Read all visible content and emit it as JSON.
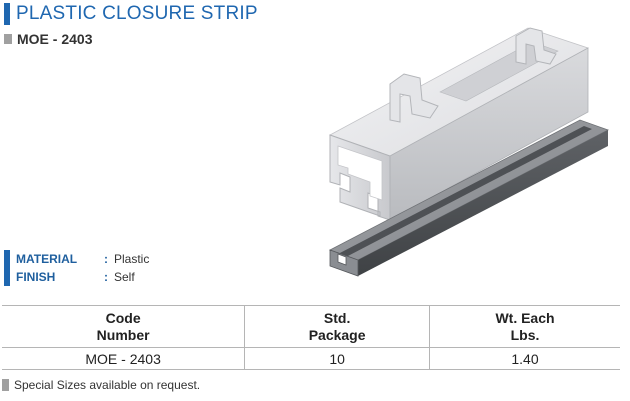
{
  "header": {
    "title": "PLASTIC CLOSURE STRIP",
    "part_number": "MOE - 2403"
  },
  "properties": [
    {
      "label": "MATERIAL",
      "separator": ":",
      "value": "Plastic"
    },
    {
      "label": "FINISH",
      "separator": ":",
      "value": "Self"
    }
  ],
  "table": {
    "headers": [
      {
        "line1": "Code",
        "line2": "Number"
      },
      {
        "line1": "Std.",
        "line2": "Package"
      },
      {
        "line1": "Wt. Each",
        "line2": "Lbs."
      }
    ],
    "rows": [
      [
        "MOE - 2403",
        "10",
        "1.40"
      ]
    ]
  },
  "footer": {
    "note": "Special Sizes available on request."
  },
  "colors": {
    "accent": "#1f67b0",
    "bullet_gray": "#a0a0a0",
    "rule": "#b5b5b5"
  }
}
